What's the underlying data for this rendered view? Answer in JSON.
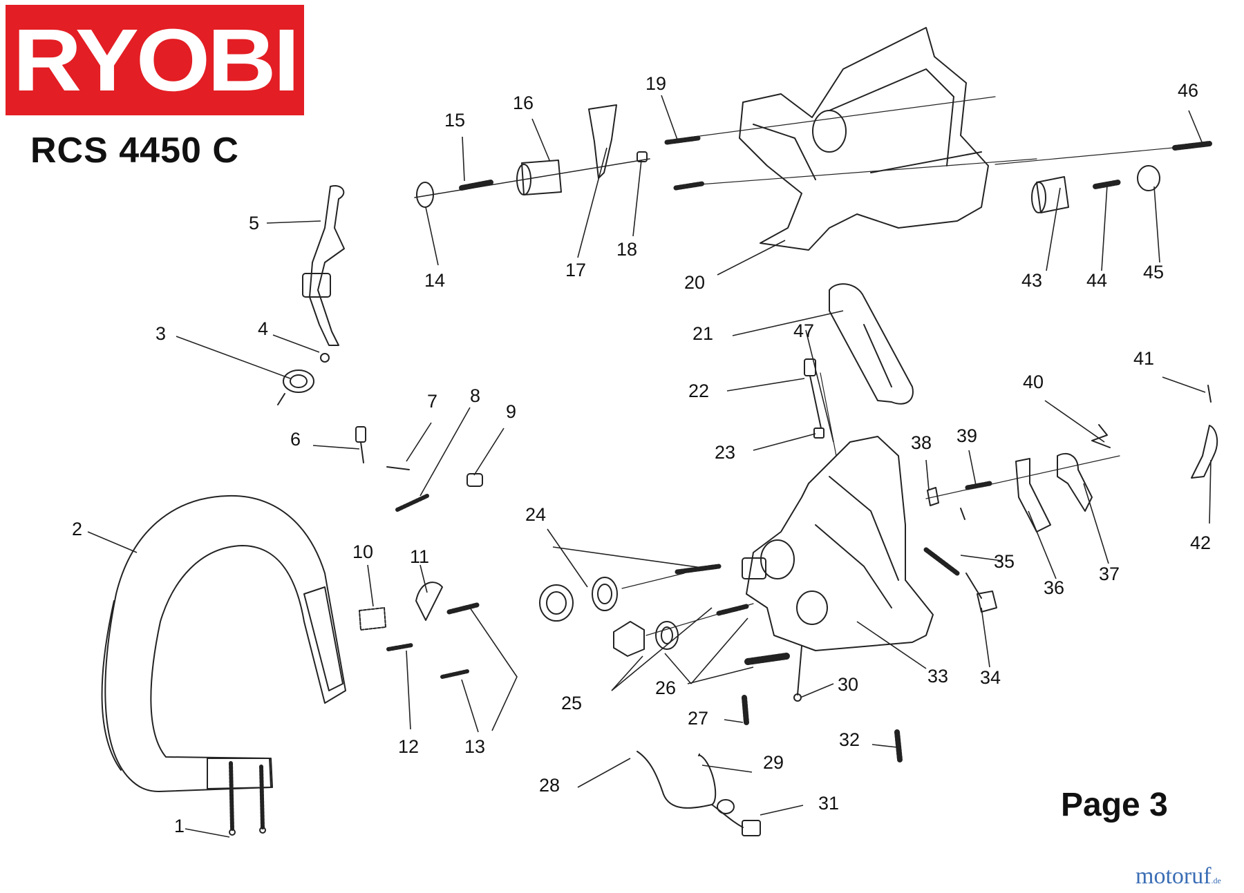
{
  "brand": {
    "logo_text": "RYOBI",
    "color": "#e31e24"
  },
  "model": "RCS 4450 C",
  "page_label": "Page 3",
  "watermark": {
    "text": "motoruf",
    "suffix": ".de",
    "color": "#3a6db5"
  },
  "callouts": [
    "1",
    "2",
    "3",
    "4",
    "5",
    "6",
    "7",
    "8",
    "9",
    "10",
    "11",
    "12",
    "13",
    "14",
    "15",
    "16",
    "17",
    "18",
    "19",
    "20",
    "21",
    "22",
    "23",
    "24",
    "25",
    "26",
    "27",
    "28",
    "29",
    "30",
    "31",
    "32",
    "33",
    "34",
    "35",
    "36",
    "37",
    "38",
    "39",
    "40",
    "41",
    "42",
    "43",
    "44",
    "45",
    "46",
    "47"
  ]
}
